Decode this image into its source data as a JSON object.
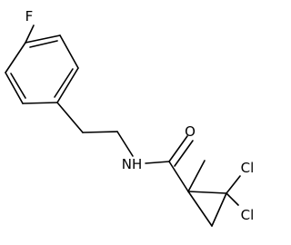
{
  "molecule": {
    "atoms": {
      "fluorine": "F",
      "oxygen": "O",
      "amide_nitrogen": "NH",
      "chlorine_upper": "Cl",
      "chlorine_lower": "Cl"
    },
    "colors": {
      "bond": "#000000",
      "label": "#000000",
      "background": "#ffffff"
    }
  }
}
